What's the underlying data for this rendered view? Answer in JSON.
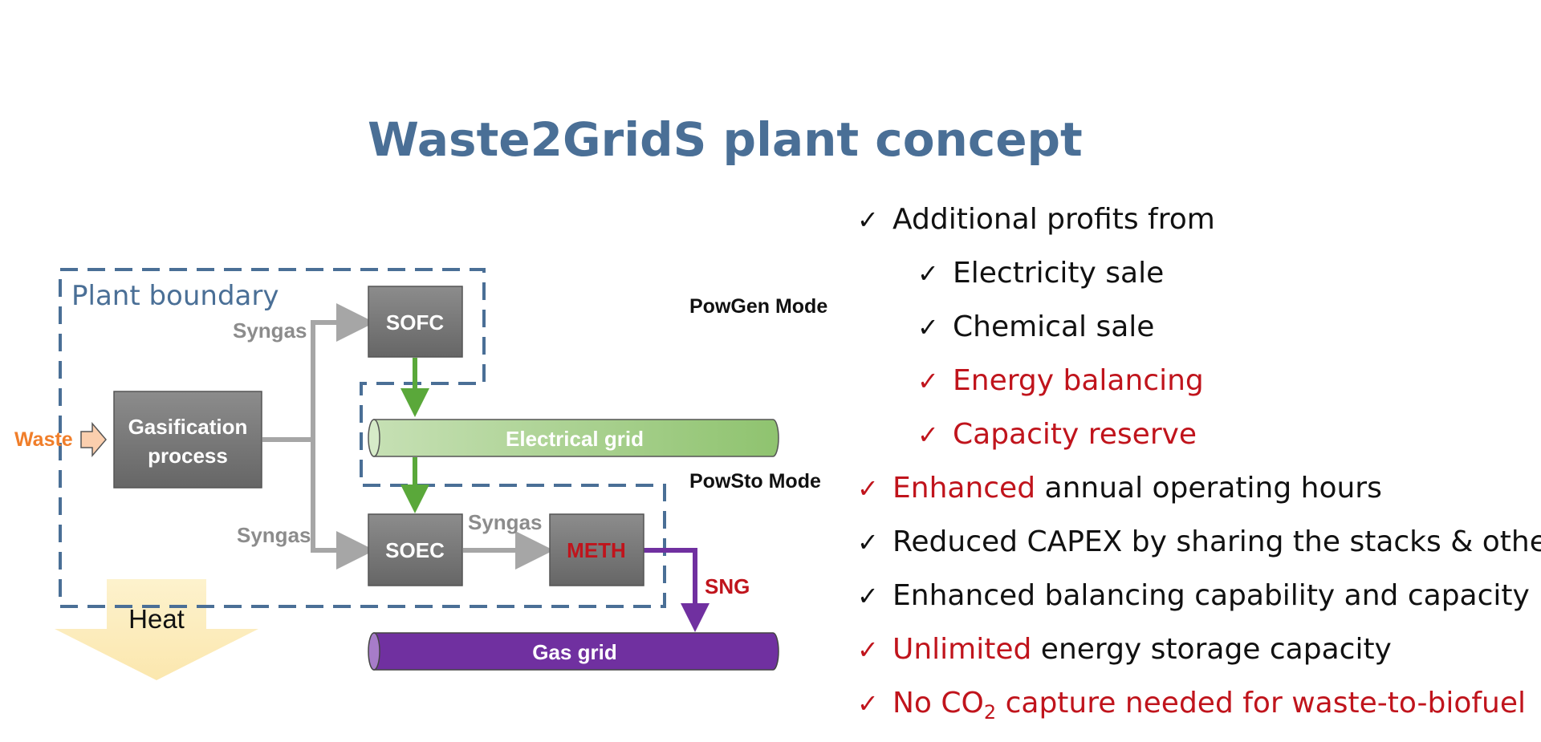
{
  "title": "Waste2GridS plant concept",
  "diagram": {
    "plant_boundary": "Plant boundary",
    "powgen_mode": "PowGen Mode",
    "powsto_mode": "PowSto Mode",
    "waste": "Waste",
    "gasification_line1": "Gasification",
    "gasification_line2": "process",
    "sofc": "SOFC",
    "soec": "SOEC",
    "meth": "METH",
    "syngas_top": "Syngas",
    "syngas_bottom": "Syngas",
    "syngas_mid": "Syngas",
    "sng": "SNG",
    "electrical_grid": "Electrical grid",
    "gas_grid": "Gas grid",
    "heat": "Heat"
  },
  "bullets": {
    "b1": "Additional profits from",
    "b2": "Electricity sale",
    "b3": "Chemical sale",
    "b4": "Energy balancing",
    "b5": "Capacity reserve",
    "b6_red": "Enhanced",
    "b6_rest": " annual operating hours",
    "b7": "Reduced CAPEX by sharing the stacks & others",
    "b8": "Enhanced balancing capability and capacity",
    "b9_red": "Unlimited",
    "b9_rest": " energy storage capacity",
    "b10_pre": "No CO",
    "b10_sub": "2",
    "b10_post": " capture needed for waste-to-biofuel",
    "check_glyph": "✓"
  },
  "colors": {
    "title": "#4a6f96",
    "boundary": "#4a6f96",
    "box_gray": "#7a7a7a",
    "arrow_gray": "#a6a6a6",
    "arrow_green": "#5aa83a",
    "electrical_grid": "#a8d08d",
    "gas_grid": "#7030a0",
    "highlight_red": "#c0141c",
    "waste_orange": "#f07e2a",
    "heat": "#fdf0c6"
  }
}
